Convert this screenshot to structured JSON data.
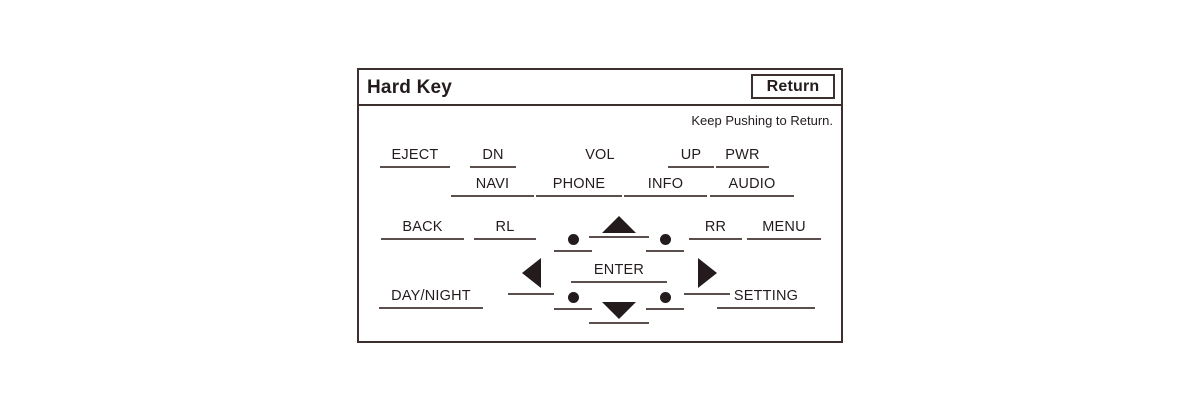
{
  "panel": {
    "title": "Hard Key",
    "return_label": "Return",
    "hint": "Keep Pushing to Return.",
    "border_color": "#3b302e",
    "underline_color": "#5a4f4d",
    "text_color": "#241c1c",
    "background": "#ffffff"
  },
  "keys": {
    "eject": "EJECT",
    "dn": "DN",
    "vol": "VOL",
    "up": "UP",
    "pwr": "PWR",
    "navi": "NAVI",
    "phone": "PHONE",
    "info": "INFO",
    "audio": "AUDIO",
    "back": "BACK",
    "rl": "RL",
    "rr": "RR",
    "menu": "MENU",
    "day_night": "DAY/NIGHT",
    "setting": "SETTING",
    "enter": "ENTER"
  },
  "dpad": {
    "up_icon": "triangle-up-icon",
    "down_icon": "triangle-down-icon",
    "left_icon": "triangle-left-icon",
    "right_icon": "triangle-right-icon",
    "diagonal_icon": "dot-icon",
    "diagonals": [
      "up-left",
      "up-right",
      "down-left",
      "down-right"
    ]
  }
}
